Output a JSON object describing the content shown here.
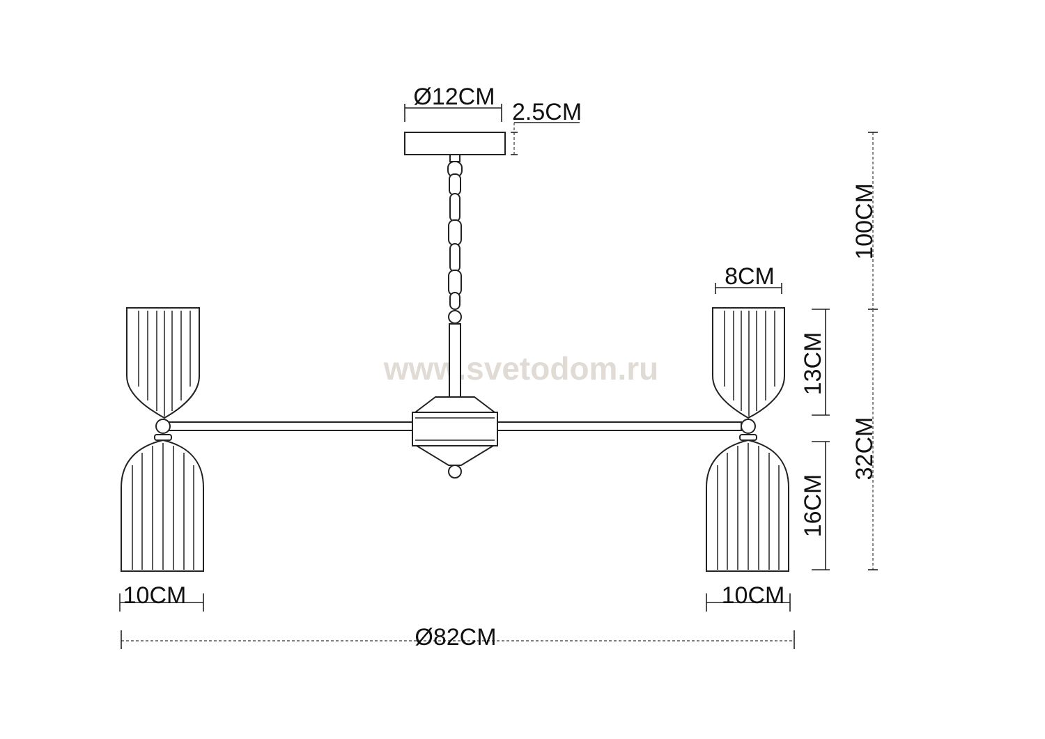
{
  "watermark": "www.svetodom.ru",
  "dimensions": {
    "canopy_diameter": "Ø12CM",
    "canopy_height": "2.5CM",
    "chain_length": "100CM",
    "shade_width_top": "8CM",
    "upper_shade_height": "13CM",
    "fixture_height": "32CM",
    "lower_shade_height": "16CM",
    "left_shade_width": "10CM",
    "right_shade_width": "10CM",
    "overall_diameter": "Ø82CM"
  }
}
